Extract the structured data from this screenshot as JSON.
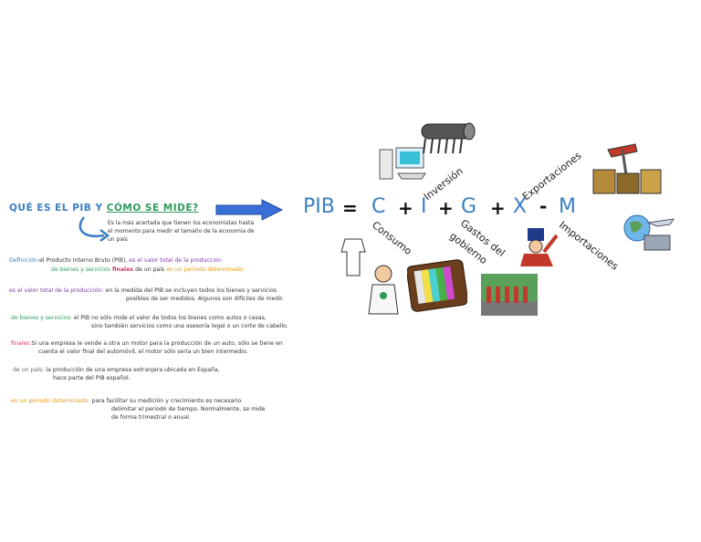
{
  "title": {
    "part1": "QUÉ ES EL ",
    "part2": "PIB Y ",
    "part3": "CÓMO SE MIDE?"
  },
  "subtitle": "Es la más acertada que tienen los economistas hasta el momento para medir el tamaño de la economía de un país",
  "definition": {
    "label": "Definición:",
    "text1": "el Producto Interno Bruto (PIB),",
    "text2": " es el valor total de la producción",
    "text3": "de bienes y servicios",
    "text4": " finales",
    "text5": " de un país",
    "text6": " en un periodo determinado"
  },
  "notes": [
    {
      "label": "es el valor total de la producción:",
      "lines": [
        "en la medida del PIB se incluyen todos los bienes y servicios",
        "posibles de ser medidos. Algunos son difíciles de medir."
      ]
    },
    {
      "label": "de bienes y servicios:",
      "lines": [
        "el PIB no sólo mide el valor de todos los bienes como autos o casas,",
        "sino también servicios como una asesoría legal o un corte de cabello."
      ]
    },
    {
      "label": "finales:",
      "lines": [
        "Si una empresa le vende a otra un motor para la producción de un auto, sólo se tiene en",
        "cuenta el valor final del automóvil, el motor sólo sería un bien intermedio."
      ]
    },
    {
      "label": "de un país:",
      "lines": [
        "la producción de una empresa extranjera ubicada en España,",
        "hace parte del PIB español."
      ]
    },
    {
      "label": "en un periodo determinado:",
      "lines": [
        "para facilitar su medición y crecimiento es necesario",
        "delimitar el periodo de tiempo. Normalmente, se mide",
        "de forma trimestral o anual."
      ]
    }
  ],
  "formula": {
    "pib": "PIB",
    "eq": "=",
    "c": "C",
    "plus1": "+",
    "i": "I",
    "plus2": "+",
    "g": "G",
    "plus3": "+",
    "x": "X",
    "minus": "-",
    "m": "M"
  },
  "labels": {
    "consumo": "Consumo",
    "inversion": "Inversión",
    "gastos1": "Gastos del",
    "gastos2": "gobierno",
    "exportaciones": "Exportaciones",
    "importaciones": "Importaciones"
  },
  "colors": {
    "blue": "#3a7fc4",
    "green": "#2e9a5e",
    "purple": "#7a3aa8",
    "red": "#d6336c",
    "orange": "#e39a10"
  }
}
